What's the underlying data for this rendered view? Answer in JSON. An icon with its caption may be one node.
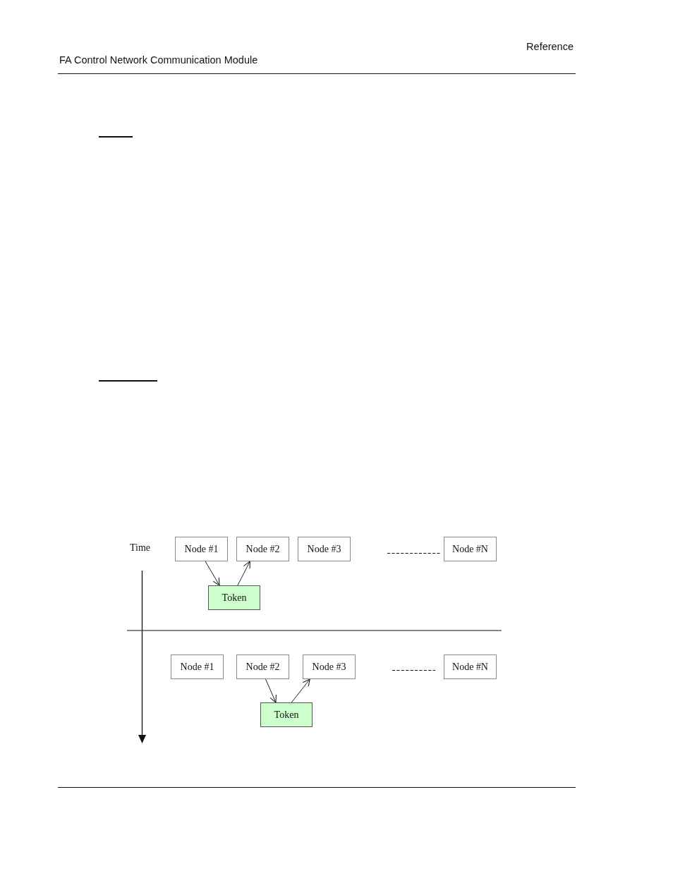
{
  "diagram": {
    "nodes": [
      {
        "text": [
          "Node #1"
        ]
      },
      {
        "text": [
          "Node #2"
        ]
      },
      {
        "text": [
          "Node #3"
        ]
      },
      {
        "text": [
          "Node #N"
        ]
      },
      {
        "text": [
          "Token"
        ]
      },
      {
        "text": [
          "Node #1"
        ]
      },
      {
        "text": [
          "Node #2"
        ]
      },
      {
        "text": [
          "Node #3"
        ]
      },
      {
        "text": [
          "Node #N"
        ]
      },
      {
        "text": [
          "Token"
        ]
      }
    ],
    "edges": [
      {
        "from": 0,
        "to": 4,
        "arrow": "to"
      },
      {
        "from": 4,
        "to": 1,
        "arrow": "to"
      },
      {
        "from": 6,
        "to": 9,
        "arrow": "to"
      },
      {
        "from": 9,
        "to": 7,
        "arrow": "to"
      }
    ],
    "labels": [
      "FA Control Network Communication Module",
      "Reference",
      "Time"
    ]
  }
}
